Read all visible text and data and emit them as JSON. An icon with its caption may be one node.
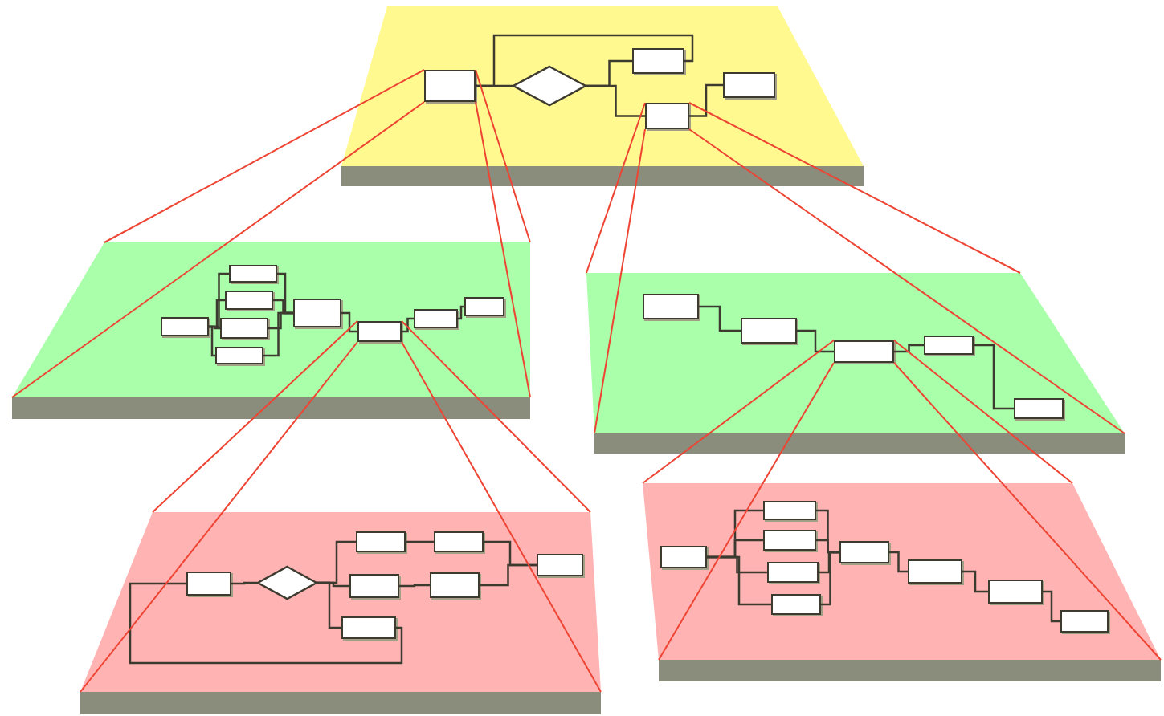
{
  "diagram": {
    "nodes": [
      {
        "text": [],
        "shape": "trapezoid"
      },
      {
        "text": [],
        "shape": "box",
        "in": 0
      },
      {
        "text": [],
        "shape": "diamond",
        "in": 0
      },
      {
        "text": [],
        "shape": "box",
        "in": 0
      },
      {
        "text": [],
        "shape": "box",
        "in": 0
      },
      {
        "text": [],
        "shape": "box",
        "in": 0
      },
      {
        "text": [],
        "shape": "trapezoid"
      },
      {
        "text": [],
        "shape": "box",
        "in": 6
      },
      {
        "text": [],
        "shape": "box",
        "in": 6
      },
      {
        "text": [],
        "shape": "box",
        "in": 6
      },
      {
        "text": [],
        "shape": "box",
        "in": 6
      },
      {
        "text": [],
        "shape": "box",
        "in": 6
      },
      {
        "text": [],
        "shape": "box",
        "in": 6
      },
      {
        "text": [],
        "shape": "box",
        "in": 6
      },
      {
        "text": [],
        "shape": "box",
        "in": 6
      },
      {
        "text": [],
        "shape": "box",
        "in": 6
      },
      {
        "text": [],
        "shape": "trapezoid"
      },
      {
        "text": [],
        "shape": "box",
        "in": 16
      },
      {
        "text": [],
        "shape": "box",
        "in": 16
      },
      {
        "text": [],
        "shape": "box",
        "in": 16
      },
      {
        "text": [],
        "shape": "box",
        "in": 16
      },
      {
        "text": [],
        "shape": "box",
        "in": 16
      },
      {
        "text": [],
        "shape": "trapezoid"
      },
      {
        "text": [],
        "shape": "box",
        "in": 22
      },
      {
        "text": [],
        "shape": "diamond",
        "in": 22
      },
      {
        "text": [],
        "shape": "box",
        "in": 22
      },
      {
        "text": [],
        "shape": "box",
        "in": 22
      },
      {
        "text": [],
        "shape": "box",
        "in": 22
      },
      {
        "text": [],
        "shape": "box",
        "in": 22
      },
      {
        "text": [],
        "shape": "box",
        "in": 22
      },
      {
        "text": [],
        "shape": "box",
        "in": 22
      },
      {
        "text": [],
        "shape": "trapezoid"
      },
      {
        "text": [],
        "shape": "box",
        "in": 31
      },
      {
        "text": [],
        "shape": "box",
        "in": 31
      },
      {
        "text": [],
        "shape": "box",
        "in": 31
      },
      {
        "text": [],
        "shape": "box",
        "in": 31
      },
      {
        "text": [],
        "shape": "box",
        "in": 31
      },
      {
        "text": [],
        "shape": "box",
        "in": 31
      },
      {
        "text": [],
        "shape": "box",
        "in": 31
      },
      {
        "text": [],
        "shape": "box",
        "in": 31
      },
      {
        "text": [],
        "shape": "box",
        "in": 31
      }
    ],
    "edges": [
      {
        "from": 1,
        "to": 2,
        "arrow": "none"
      },
      {
        "from": 2,
        "to": 3,
        "arrow": "none"
      },
      {
        "from": 2,
        "to": 4,
        "arrow": "none"
      },
      {
        "from": 1,
        "to": 3,
        "arrow": "none"
      },
      {
        "from": 4,
        "to": 5,
        "arrow": "none"
      },
      {
        "from": 7,
        "to": 8,
        "arrow": "none"
      },
      {
        "from": 7,
        "to": 9,
        "arrow": "none"
      },
      {
        "from": 7,
        "to": 10,
        "arrow": "none"
      },
      {
        "from": 7,
        "to": 11,
        "arrow": "none"
      },
      {
        "from": 8,
        "to": 12,
        "arrow": "none"
      },
      {
        "from": 9,
        "to": 12,
        "arrow": "none"
      },
      {
        "from": 10,
        "to": 12,
        "arrow": "none"
      },
      {
        "from": 11,
        "to": 12,
        "arrow": "none"
      },
      {
        "from": 12,
        "to": 13,
        "arrow": "none"
      },
      {
        "from": 13,
        "to": 14,
        "arrow": "none"
      },
      {
        "from": 14,
        "to": 15,
        "arrow": "none"
      },
      {
        "from": 17,
        "to": 18,
        "arrow": "none"
      },
      {
        "from": 18,
        "to": 19,
        "arrow": "none"
      },
      {
        "from": 19,
        "to": 20,
        "arrow": "none"
      },
      {
        "from": 20,
        "to": 21,
        "arrow": "none"
      },
      {
        "from": 23,
        "to": 24,
        "arrow": "none"
      },
      {
        "from": 24,
        "to": 25,
        "arrow": "none"
      },
      {
        "from": 24,
        "to": 27,
        "arrow": "none"
      },
      {
        "from": 24,
        "to": 30,
        "arrow": "none"
      },
      {
        "from": 25,
        "to": 26,
        "arrow": "none"
      },
      {
        "from": 27,
        "to": 28,
        "arrow": "none"
      },
      {
        "from": 26,
        "to": 29,
        "arrow": "none"
      },
      {
        "from": 28,
        "to": 29,
        "arrow": "none"
      },
      {
        "from": 30,
        "to": 23,
        "arrow": "none"
      },
      {
        "from": 32,
        "to": 33,
        "arrow": "none"
      },
      {
        "from": 32,
        "to": 34,
        "arrow": "none"
      },
      {
        "from": 32,
        "to": 35,
        "arrow": "none"
      },
      {
        "from": 32,
        "to": 36,
        "arrow": "none"
      },
      {
        "from": 33,
        "to": 37,
        "arrow": "none"
      },
      {
        "from": 34,
        "to": 37,
        "arrow": "none"
      },
      {
        "from": 35,
        "to": 37,
        "arrow": "none"
      },
      {
        "from": 36,
        "to": 37,
        "arrow": "none"
      },
      {
        "from": 37,
        "to": 38,
        "arrow": "none"
      },
      {
        "from": 38,
        "to": 39,
        "arrow": "none"
      },
      {
        "from": 39,
        "to": 40,
        "arrow": "none"
      },
      {
        "from": 1,
        "to": 6,
        "arrow": "none",
        "color": "#ee4433"
      },
      {
        "from": 1,
        "to": 6,
        "arrow": "none",
        "color": "#ee4433"
      },
      {
        "from": 1,
        "to": 6,
        "arrow": "none",
        "color": "#ee4433"
      },
      {
        "from": 1,
        "to": 6,
        "arrow": "none",
        "color": "#ee4433"
      },
      {
        "from": 4,
        "to": 16,
        "arrow": "none",
        "color": "#ee4433"
      },
      {
        "from": 4,
        "to": 16,
        "arrow": "none",
        "color": "#ee4433"
      },
      {
        "from": 4,
        "to": 16,
        "arrow": "none",
        "color": "#ee4433"
      },
      {
        "from": 4,
        "to": 16,
        "arrow": "none",
        "color": "#ee4433"
      },
      {
        "from": 13,
        "to": 22,
        "arrow": "none",
        "color": "#ee4433"
      },
      {
        "from": 13,
        "to": 22,
        "arrow": "none",
        "color": "#ee4433"
      },
      {
        "from": 13,
        "to": 22,
        "arrow": "none",
        "color": "#ee4433"
      },
      {
        "from": 13,
        "to": 22,
        "arrow": "none",
        "color": "#ee4433"
      },
      {
        "from": 19,
        "to": 31,
        "arrow": "none",
        "color": "#ee4433"
      },
      {
        "from": 19,
        "to": 31,
        "arrow": "none",
        "color": "#ee4433"
      },
      {
        "from": 19,
        "to": 31,
        "arrow": "none",
        "color": "#ee4433"
      },
      {
        "from": 19,
        "to": 31,
        "arrow": "none",
        "color": "#ee4433"
      }
    ]
  }
}
